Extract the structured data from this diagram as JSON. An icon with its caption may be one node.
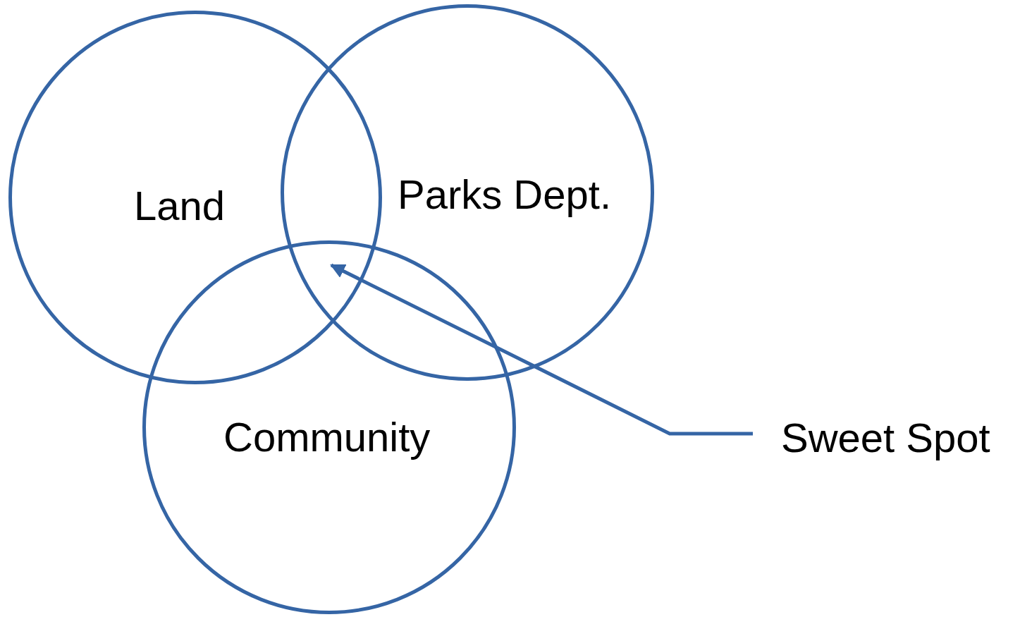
{
  "diagram": {
    "nodes": [
      {
        "text": [
          "Land"
        ]
      },
      {
        "text": [
          "Parks Dept."
        ]
      },
      {
        "text": [
          "Community"
        ]
      },
      {
        "text": [
          "Sweet Spot"
        ]
      }
    ],
    "edges": [
      {
        "from": 3,
        "to": 0,
        "arrow": "to"
      }
    ]
  }
}
